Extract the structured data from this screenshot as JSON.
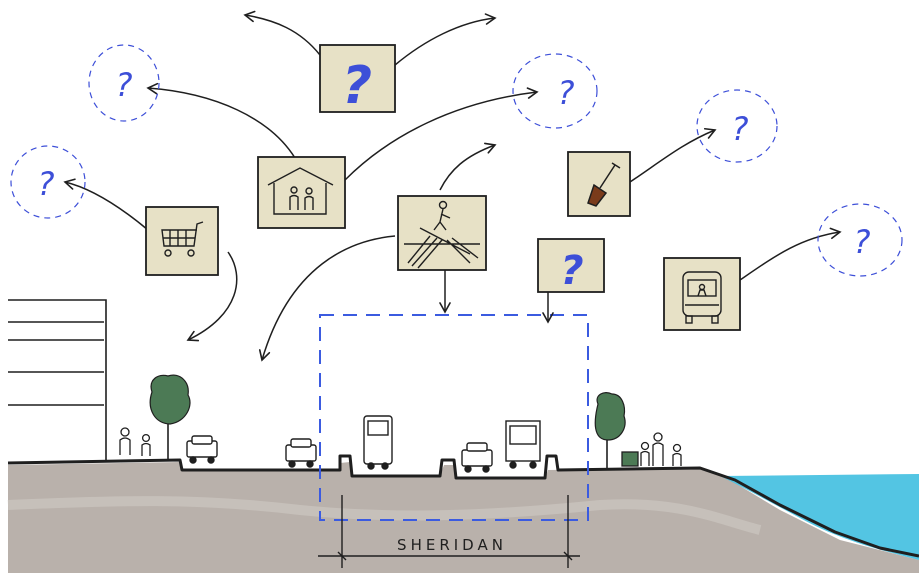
{
  "colors": {
    "card": "#e7e1c6",
    "ink": "#1f1f1f",
    "question": "#3d4fd8",
    "tree": "#4c7a55",
    "ground": "#b5ada6",
    "water": "#40bfe0",
    "dashed": "#3b5be0"
  },
  "question_mark": "?",
  "street_label": "SHERIDAN",
  "cards": [
    {
      "id": "question",
      "icon": "question-mark-icon",
      "text": "?"
    },
    {
      "id": "housing",
      "icon": "house-with-people-icon"
    },
    {
      "id": "shopping",
      "icon": "shopping-cart-icon"
    },
    {
      "id": "pedestrian",
      "icon": "pedestrian-crossing-icon"
    },
    {
      "id": "landscape",
      "icon": "shovel-icon"
    },
    {
      "id": "question-street",
      "icon": "question-mark-icon",
      "text": "?"
    },
    {
      "id": "transit",
      "icon": "bus-icon"
    }
  ]
}
